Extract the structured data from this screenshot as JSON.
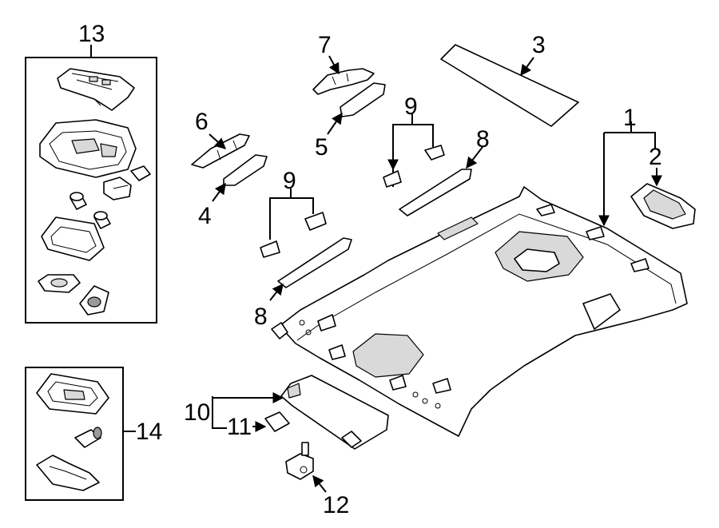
{
  "callouts": {
    "c1": "1",
    "c2": "2",
    "c3": "3",
    "c4": "4",
    "c5": "5",
    "c6": "6",
    "c7": "7",
    "c8a": "8",
    "c8b": "8",
    "c9a": "9",
    "c9b": "9",
    "c10": "10",
    "c11": "11",
    "c12": "12",
    "c13": "13",
    "c14": "14"
  }
}
